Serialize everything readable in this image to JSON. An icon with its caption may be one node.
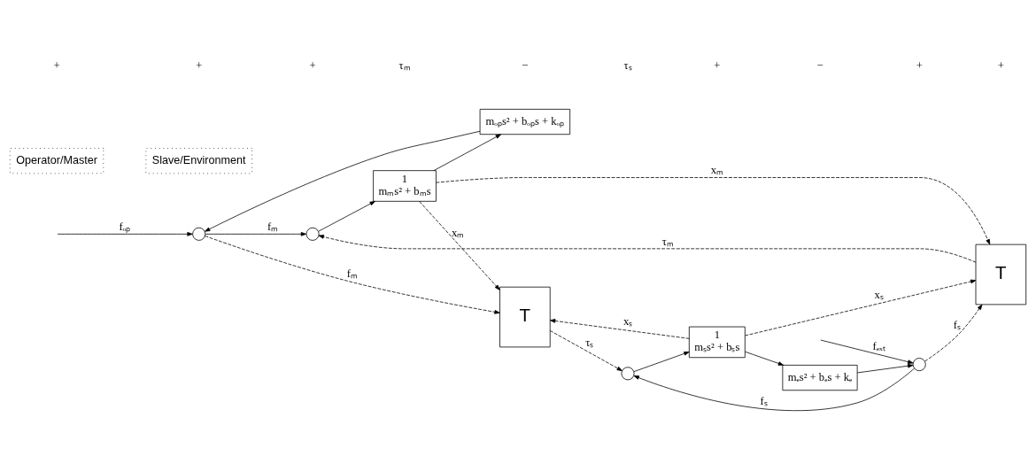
{
  "diagram": {
    "nodes": [
      {
        "text": [],
        "shape": "circle"
      },
      {
        "text": [],
        "shape": "circle"
      },
      {
        "text": [
          "1",
          "mₘs² + bₘs"
        ]
      },
      {
        "text": [
          "mₒₚs² + bₒₚs + kₒₚ"
        ]
      },
      {
        "text": [
          "T"
        ]
      },
      {
        "text": [
          "T"
        ]
      },
      {
        "text": [
          "mₑs² + bₑs + kₑ"
        ]
      },
      {
        "text": [
          "1",
          "mₛs² + bₛs"
        ]
      },
      {
        "text": [],
        "shape": "circle"
      },
      {
        "text": [],
        "shape": "circle"
      },
      {
        "text": [
          "Operator/Master"
        ]
      },
      {
        "text": [
          "Slave/Environment"
        ]
      }
    ],
    "edges": [
      {
        "from": null,
        "to": 0,
        "arrow": "to",
        "label": "fₒₚ"
      },
      {
        "from": 0,
        "to": 1,
        "arrow": "to",
        "label": "fₘ"
      },
      {
        "from": 0,
        "to": 4,
        "arrow": "to",
        "label": "fₘ",
        "style": "dashed"
      },
      {
        "from": 1,
        "to": 2,
        "arrow": "to"
      },
      {
        "from": 2,
        "to": 4,
        "arrow": "to",
        "label": "xₘ",
        "style": "dashed"
      },
      {
        "from": 2,
        "to": 5,
        "arrow": "to",
        "label": "xₘ",
        "style": "dashed"
      },
      {
        "from": 2,
        "to": 3,
        "arrow": "to"
      },
      {
        "from": 3,
        "to": 0,
        "arrow": "to"
      },
      {
        "from": 5,
        "to": 1,
        "arrow": "to",
        "label": "τₘ",
        "style": "dashed"
      },
      {
        "from": 4,
        "to": 8,
        "arrow": "to",
        "label": "τₛ",
        "style": "dashed"
      },
      {
        "from": 7,
        "to": 6,
        "arrow": "to"
      },
      {
        "from": 7,
        "to": 4,
        "arrow": "to",
        "label": "xₛ",
        "style": "dashed"
      },
      {
        "from": 7,
        "to": 5,
        "arrow": "to",
        "label": "xₛ",
        "style": "dashed"
      },
      {
        "from": 6,
        "to": 9,
        "arrow": "to"
      },
      {
        "from": null,
        "to": 9,
        "arrow": "to",
        "label": "fₑₓₜ"
      },
      {
        "from": 9,
        "to": 8,
        "arrow": "to",
        "label": "fₛ"
      },
      {
        "from": 9,
        "to": 5,
        "arrow": "to",
        "label": "fₛ",
        "style": "dashed"
      },
      {
        "from": 8,
        "to": 7,
        "arrow": "to"
      }
    ],
    "labels": [
      "+",
      "+",
      "+",
      "τₘ",
      "−",
      "τₛ",
      "+",
      "−",
      "+",
      "+"
    ]
  }
}
